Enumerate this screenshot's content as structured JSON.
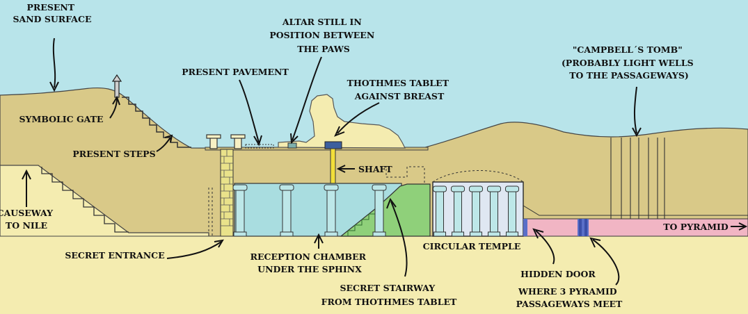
{
  "colors": {
    "sky": "#b8e4ea",
    "sand": "#f4ecb0",
    "hill": "#d9c988",
    "chamber": "#a9dde0",
    "column": "#bde7e8",
    "stair_green": "#8fd07a",
    "passage_pink": "#f1b5c4",
    "passage_blue": "#5a6fc8",
    "tablet": "#3c5f9e",
    "shaft": "#f2df3a"
  },
  "labels": {
    "present_sand_surface": [
      "PRESENT",
      "SAND SURFACE"
    ],
    "altar": [
      "ALTAR STILL IN",
      "POSITION BETWEEN",
      "THE PAWS"
    ],
    "present_pavement": [
      "PRESENT PAVEMENT"
    ],
    "thothmes_tablet": [
      "THOTHMES TABLET",
      "AGAINST BREAST"
    ],
    "campbells_tomb": [
      "\"CAMPBELL´S TOMB\"",
      "(PROBABLY LIGHT WELLS",
      "TO THE PASSAGEWAYS)"
    ],
    "symbolic_gate": [
      "SYMBOLIC GATE"
    ],
    "present_steps": [
      "PRESENT STEPS"
    ],
    "shaft": [
      "SHAFT"
    ],
    "causeway": [
      "CAUSEWAY",
      "TO NILE"
    ],
    "secret_entrance": [
      "SECRET ENTRANCE"
    ],
    "reception_chamber": [
      "RECEPTION CHAMBER",
      "UNDER THE SPHINX"
    ],
    "circular_temple": [
      "CIRCULAR TEMPLE"
    ],
    "secret_stairway": [
      "SECRET STAIRWAY",
      "FROM THOTHMES TABLET"
    ],
    "hidden_door": [
      "HIDDEN DOOR"
    ],
    "passageways_meet": [
      "WHERE 3 PYRAMID",
      "PASSAGEWAYS MEET"
    ],
    "to_pyramid": [
      "TO PYRAMID"
    ]
  }
}
